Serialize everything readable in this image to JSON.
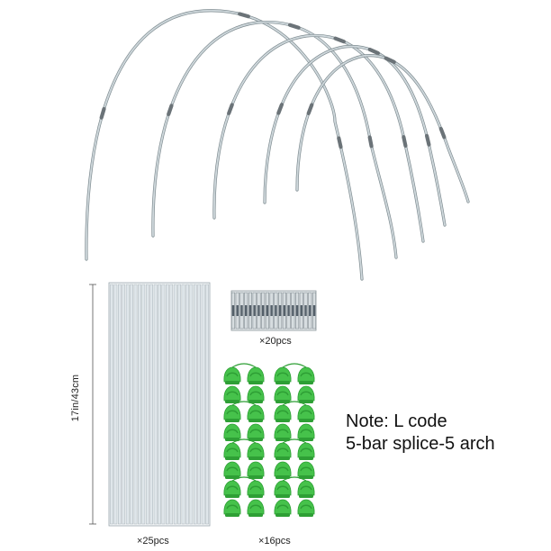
{
  "image": {
    "subject": "greenhouse-hoops-kit",
    "colors": {
      "background": "#ffffff",
      "hoop": "#cfd8dc",
      "hoop_edge": "#7f8c91",
      "joint": "#6b7378",
      "clip": "#46c24b",
      "clip_dark": "#2e9f35",
      "rod": "#dfe6ea",
      "rod_edge": "#9aa6ac"
    }
  },
  "labels": {
    "rod_length": "17in/43cm",
    "rods_qty": "×25pcs",
    "connectors_qty": "×20pcs",
    "clips_qty": "×16pcs"
  },
  "note": {
    "line1": "Note: L code",
    "line2": "5-bar splice-5 arch"
  },
  "counts": {
    "hoops": 5,
    "rods": 25,
    "connectors": 20,
    "clips": 16
  }
}
